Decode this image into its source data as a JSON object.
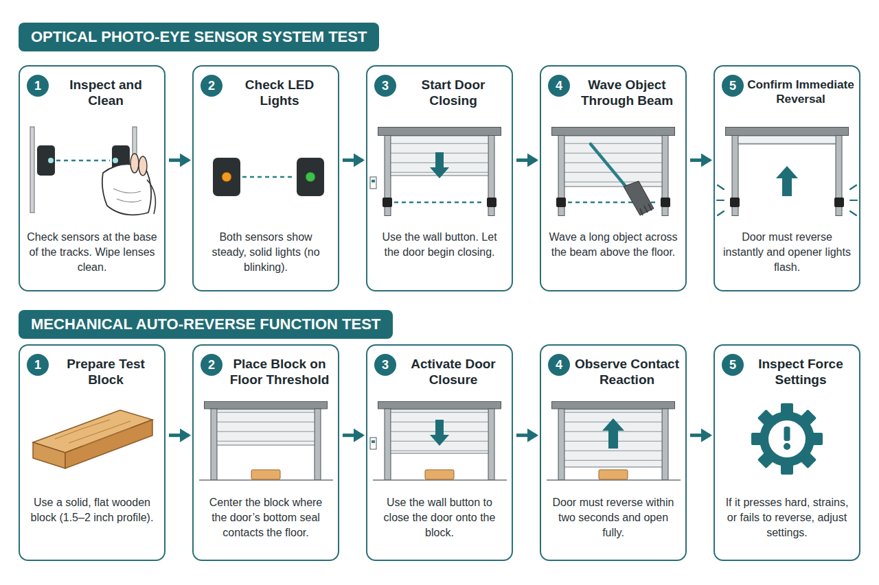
{
  "diagram": {
    "nodes": [
      {
        "text": [
          "OPTICAL PHOTO-EYE SENSOR SYSTEM TEST"
        ]
      },
      {
        "text": [
          "Inspect and Clean",
          "Check sensors at the base of the tracks. Wipe lenses clean."
        ]
      },
      {
        "text": [
          "1"
        ],
        "in": 1
      },
      {
        "text": [
          "Check LED Lights",
          "Both sensors show steady, solid lights (no blinking)."
        ]
      },
      {
        "text": [
          "2"
        ],
        "in": 3
      },
      {
        "text": [
          "Start Door Closing",
          "Use the wall button. Let the door begin closing."
        ]
      },
      {
        "text": [
          "3"
        ],
        "in": 5
      },
      {
        "text": [
          "Wave Object Through Beam",
          "Wave a long object across the beam above the floor."
        ]
      },
      {
        "text": [
          "4"
        ],
        "in": 7
      },
      {
        "text": [
          "Confirm Immediate Reversal",
          "Door must reverse instantly and opener lights flash."
        ]
      },
      {
        "text": [
          "5"
        ],
        "in": 9
      },
      {
        "text": [
          "MECHANICAL AUTO-REVERSE FUNCTION TEST"
        ]
      },
      {
        "text": [
          "Prepare Test Block",
          "Use a solid, flat wooden block (1.5–2 inch profile)."
        ]
      },
      {
        "text": [
          "1"
        ],
        "in": 12
      },
      {
        "text": [
          "Place Block on Floor Threshold",
          "Center the block where the door’s bottom seal contacts the floor."
        ]
      },
      {
        "text": [
          "2"
        ],
        "in": 14
      },
      {
        "text": [
          "Activate Door Closure",
          "Use the wall button to close the door onto the block."
        ]
      },
      {
        "text": [
          "3"
        ],
        "in": 16
      },
      {
        "text": [
          "Observe Contact Reaction",
          "Door must reverse within two seconds and open fully."
        ]
      },
      {
        "text": [
          "4"
        ],
        "in": 18
      },
      {
        "text": [
          "Inspect Force Settings",
          "If it presses hard, strains, or fails to reverse, adjust settings."
        ]
      },
      {
        "text": [
          "5"
        ],
        "in": 20
      }
    ],
    "edges": [
      {
        "from": 1,
        "to": 3,
        "arrow": "to"
      },
      {
        "from": 3,
        "to": 5,
        "arrow": "to"
      },
      {
        "from": 5,
        "to": 7,
        "arrow": "to"
      },
      {
        "from": 7,
        "to": 9,
        "arrow": "to"
      },
      {
        "from": 12,
        "to": 14,
        "arrow": "to"
      },
      {
        "from": 14,
        "to": 16,
        "arrow": "to"
      },
      {
        "from": 16,
        "to": 18,
        "arrow": "to"
      },
      {
        "from": 18,
        "to": 20,
        "arrow": "to"
      }
    ]
  }
}
